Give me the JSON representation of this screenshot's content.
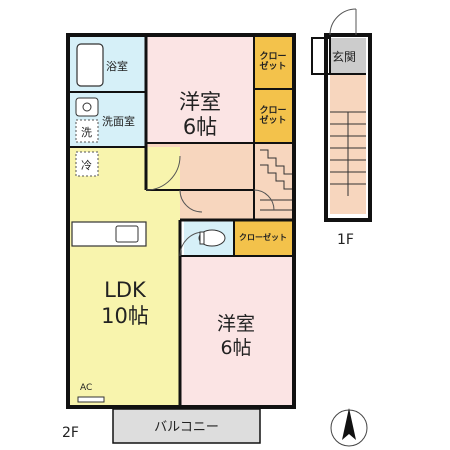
{
  "floors": {
    "second": "2F",
    "first": "1F"
  },
  "rooms": {
    "bath": "浴室",
    "washroom": "洗面室",
    "washer": "洗",
    "fridge": "冷",
    "closet_top_1": "クロー\nゼット",
    "closet_top_2": "クロー\nゼット",
    "closet_center": "クローゼット",
    "bedroom_north_name": "洋室",
    "bedroom_north_size": "6帖",
    "bedroom_south_name": "洋室",
    "bedroom_south_size": "6帖",
    "ldk_name": "LDK",
    "ldk_size": "10帖",
    "ac": "AC",
    "balcony": "バルコニー",
    "entrance": "玄関"
  },
  "colors": {
    "wall": "#111111",
    "ldk_fill": "#f8f4ad",
    "bedroom_fill": "#fbe4e4",
    "closet_fill": "#f3c24b",
    "wet_fill": "#d6f0f8",
    "stair_fill": "#f7d6be",
    "balcony_fill": "#dddddd",
    "entrance_fill": "#cccccc"
  },
  "compass_icon": "north-arrow-icon"
}
